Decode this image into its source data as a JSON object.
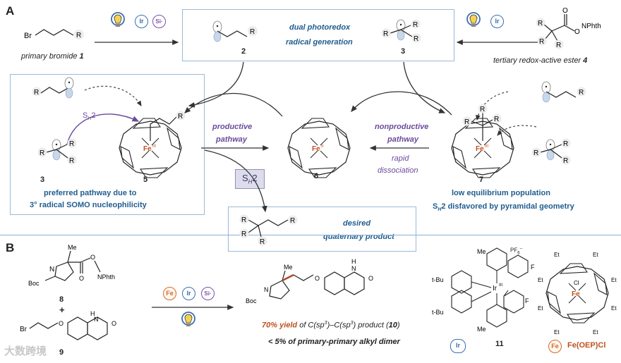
{
  "panel_a": {
    "label": "A",
    "primary_bromide_caption": "primary bromide",
    "primary_bromide_number": "1",
    "redox_ester_caption": "tertiary redox-active ester",
    "redox_ester_number": "4",
    "center_box": {
      "line1": "dual photoredox",
      "line2": "radical generation"
    },
    "compound_2": "2",
    "compound_3_top": "3",
    "compound_3_left": "3",
    "compound_5": "5",
    "compound_6": "6",
    "compound_7": "7",
    "sh2_left": "S",
    "sh2_sub": "H",
    "sh2_tail": "2",
    "sh2_box_text": "S",
    "sh2_box_sub": "H",
    "sh2_box_tail": "2",
    "left_box": {
      "line1": "preferred pathway due to",
      "line2": "3° radical SOMO nucleophilicity"
    },
    "productive": {
      "line1": "productive",
      "line2": "pathway"
    },
    "nonproductive": {
      "line1": "nonproductive",
      "line2": "pathway"
    },
    "rapid": {
      "line1": "rapid",
      "line2": "dissociation"
    },
    "right_caption": {
      "line1": "low equilibrium population",
      "line2_pre": "S",
      "line2_sub": "H",
      "line2_post": "2 disfavored by pyramidal geometry"
    },
    "product_box": {
      "line1": "desired",
      "line2": "quaternary product"
    },
    "fe_label": "Fe",
    "fe_ii": "II",
    "fe_iii": "III"
  },
  "panel_b": {
    "label": "B",
    "compound_8": "8",
    "plus": "+",
    "compound_9": "9",
    "compound_10": "10",
    "compound_11": "11",
    "yield_pre": "70% yield",
    "yield_mid": " of C(sp",
    "yield_sup1": "3",
    "yield_mid2": ")–C(sp",
    "yield_sup2": "3",
    "yield_post": ") product (",
    "yield_num": "10",
    "yield_close": ")",
    "dimer_text": "< 5% of primary-primary alkyl dimer",
    "catalyst_chips": {
      "fe": "Fe",
      "ir": "Ir",
      "si": "Si·"
    },
    "ir_legend_chip": "Ir",
    "fe_legend_chip": "Fe",
    "fe_legend_label": "Fe(OEP)Cl",
    "counterion": "PF",
    "counterion_sub": "6",
    "counterion_sup": "–"
  },
  "top_chips": {
    "ir": "Ir",
    "si": "Si·",
    "ir_right": "Ir"
  },
  "atoms": {
    "Br": "Br",
    "R": "R",
    "N": "N",
    "O": "O",
    "NPhth": "NPhth",
    "Me": "Me",
    "Boc": "Boc",
    "H": "H",
    "Et": "Et",
    "Cl": "Cl",
    "F": "F",
    "tBu": "t-Bu",
    "Ir": "Ir",
    "IrIII": "III"
  },
  "watermark": "大数跨境",
  "colors": {
    "blue_text": "#1f5d8f",
    "purple_text": "#6a4a9c",
    "orange_text": "#c0501f",
    "box_border": "#9bb9d6",
    "sh2_box_fill": "#dcdcec",
    "ir_chip": "#3a6fb0",
    "si_chip": "#7a4fa8",
    "fe_chip": "#d06a2a",
    "bond_highlight": "#b4472a"
  }
}
